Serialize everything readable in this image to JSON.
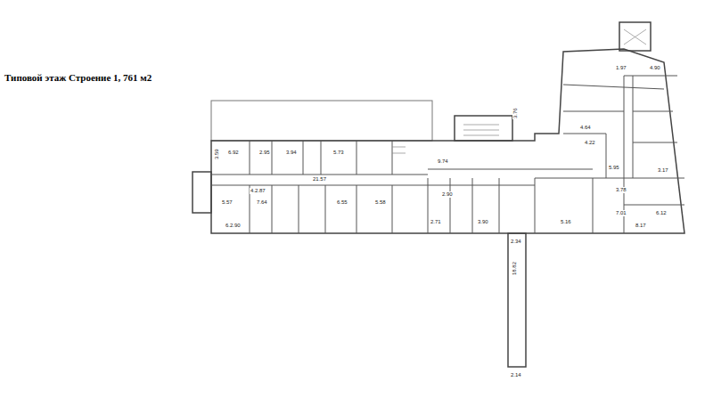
{
  "diagram": {
    "title": "Типовой этаж Строение 1, 761 м2",
    "labels": [
      "6.92",
      "2.95",
      "3.94",
      "5.73",
      "3.59",
      "21.57",
      "4.2.87",
      "5.57",
      "7.64",
      "6.55",
      "5.58",
      "6.2.90",
      "9.74",
      "3.76",
      "2.90",
      "2.71",
      "3.90",
      "5.16",
      "2.34",
      "18.82",
      "2.14",
      "1.97",
      "4.90",
      "4.64",
      "4.22",
      "5.95",
      "3.17",
      "3.78",
      "7.01",
      "6.12",
      "8.17"
    ]
  }
}
